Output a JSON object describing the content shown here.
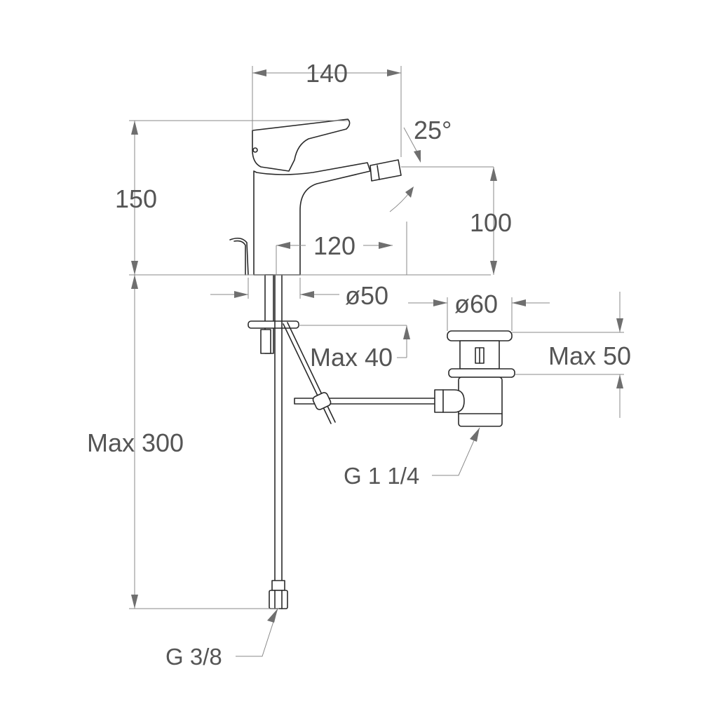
{
  "dimensions": {
    "width_top": "140",
    "angle": "25°",
    "height_body": "150",
    "spout_height": "100",
    "spout_reach": "120",
    "base_diameter": "ø50",
    "drain_diameter": "ø60",
    "max_deck": "Max 40",
    "max_drain": "Max 50",
    "max_hose": "Max 300",
    "drain_thread": "G 1 1/4",
    "hose_thread": "G 3/8"
  }
}
